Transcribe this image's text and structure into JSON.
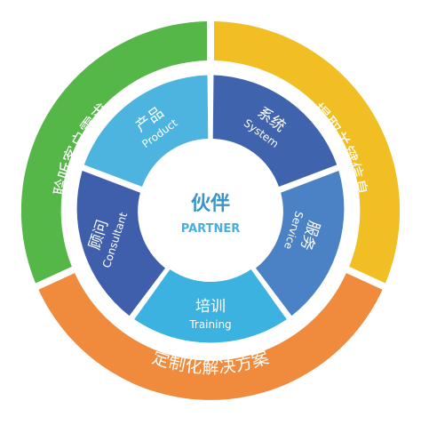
{
  "center": {
    "title": "伙伴",
    "subtitle": "PARTNER",
    "title_color": "#3a95c9",
    "subtitle_color": "#4aaee0"
  },
  "inner_ring": [
    {
      "zh": "产品",
      "en": "Product",
      "color": "#4cb4df"
    },
    {
      "zh": "系统",
      "en": "System",
      "color": "#3f63ad"
    },
    {
      "zh": "服务",
      "en": "Service",
      "color": "#4a82c5"
    },
    {
      "zh": "培训",
      "en": "Training",
      "color": "#3cb2e1"
    },
    {
      "zh": "顾问",
      "en": "Consultant",
      "color": "#3f5fac"
    }
  ],
  "outer_ring": [
    {
      "label": "聆听客户需求",
      "color": "#55b747"
    },
    {
      "label": "提取关键信息",
      "color": "#f1be24"
    },
    {
      "label": "定制化解决方案",
      "color": "#f08a3c"
    }
  ]
}
